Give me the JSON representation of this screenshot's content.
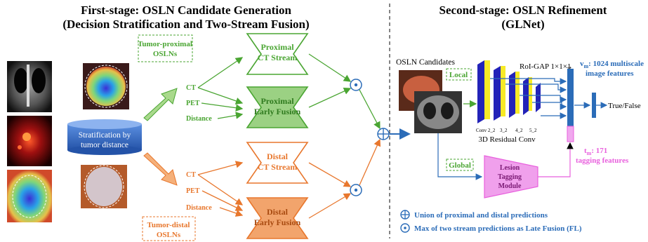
{
  "stage1": {
    "title_line1": "First-stage: OSLN Candidate Generation",
    "title_line2": "(Decision Stratification and Two-Stream Fusion)",
    "proximal_box": [
      "Tumor-proximal",
      "OSLNs"
    ],
    "distal_box": [
      "Tumor-distal",
      "OSLNs"
    ],
    "stratification": [
      "Stratification by",
      "tumor distance"
    ],
    "inputs_proximal": [
      "CT",
      "PET",
      "Distance"
    ],
    "inputs_distal": [
      "CT",
      "PET",
      "Distance"
    ],
    "proximal_ct_stream": [
      "Proximal",
      "CT Stream"
    ],
    "proximal_early_fusion": [
      "Proximal",
      "Early Fusion"
    ],
    "distal_ct_stream": [
      "Distal",
      "CT Stream"
    ],
    "distal_early_fusion": [
      "Distal",
      "Early Fusion"
    ]
  },
  "stage2": {
    "title_line1": "Second-stage: OSLN Refinement",
    "title_line2": "(GLNet)",
    "candidates_label": "OSLN Candidates",
    "local_label": "Local",
    "global_label": "Global",
    "roi_gap": "RoI-GAP 1×1×1",
    "conv_labels": [
      "Conv 2_2",
      "3_2",
      "4_2",
      "5_2"
    ],
    "residual_conv": "3D Residual Conv",
    "vm_label": "v",
    "vm_sub": "m",
    "vm_rest": ": 1024 multiscale",
    "vm_line2": "image features",
    "tm_label": "t",
    "tm_sub": "m",
    "tm_rest": ": 171",
    "tm_line2": "tagging features",
    "lesion_module": [
      "Lesion",
      "Tagging",
      "Module"
    ],
    "output": "True/False"
  },
  "legend": {
    "union": "Union of proximal and distal predictions",
    "max": "Max of two stream predictions as Late Fusion (FL)"
  },
  "colors": {
    "green": "#4aa532",
    "green_fill": "#9bd183",
    "orange": "#e8772d",
    "orange_fill": "#f2a46c",
    "blue": "#2b6cb8",
    "pink": "#e85fdd",
    "yellow": "#f7ea26",
    "navy": "#2323b8"
  }
}
